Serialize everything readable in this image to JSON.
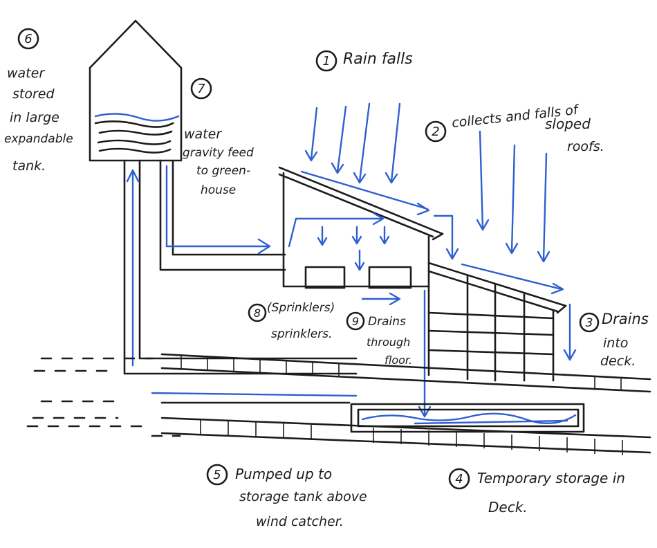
{
  "labels": {
    "step1": "Rain falls",
    "step2_line1": "collects and falls of",
    "step2_line2": "sloped",
    "step2_line3": "roofs.",
    "step3_line1": "Drains",
    "step3_line2": "into",
    "step3_line3": "deck.",
    "step4_line1": "Temporary storage in",
    "step4_line2": "Deck.",
    "step5_line1": "Pumped up to",
    "step5_line2": "storage tank above",
    "step5_line3": "wind catcher.",
    "step6_line1": "water",
    "step6_line2": "stored",
    "step6_line3": "in large",
    "step6_line4": "expandable",
    "step6_line5": "tank.",
    "step7_line1": "water",
    "step7_line2": "gravity feed",
    "step7_line3": "to green-",
    "step7_line4": "house",
    "step8_line1": "(Sprinklers)",
    "step8_line2": "sprinklers.",
    "step9_line1": "Drains",
    "step9_line2": "through",
    "step9_line3": "floor."
  },
  "numbers": {
    "n1": "1",
    "n2": "2",
    "n3": "3",
    "n4": "4",
    "n5": "5",
    "n6": "6",
    "n7": "7",
    "n8": "8",
    "n9": "9"
  },
  "colors": {
    "ink": "#1c1c1c",
    "water": "#2e5fd0",
    "background": "#ffffff"
  }
}
